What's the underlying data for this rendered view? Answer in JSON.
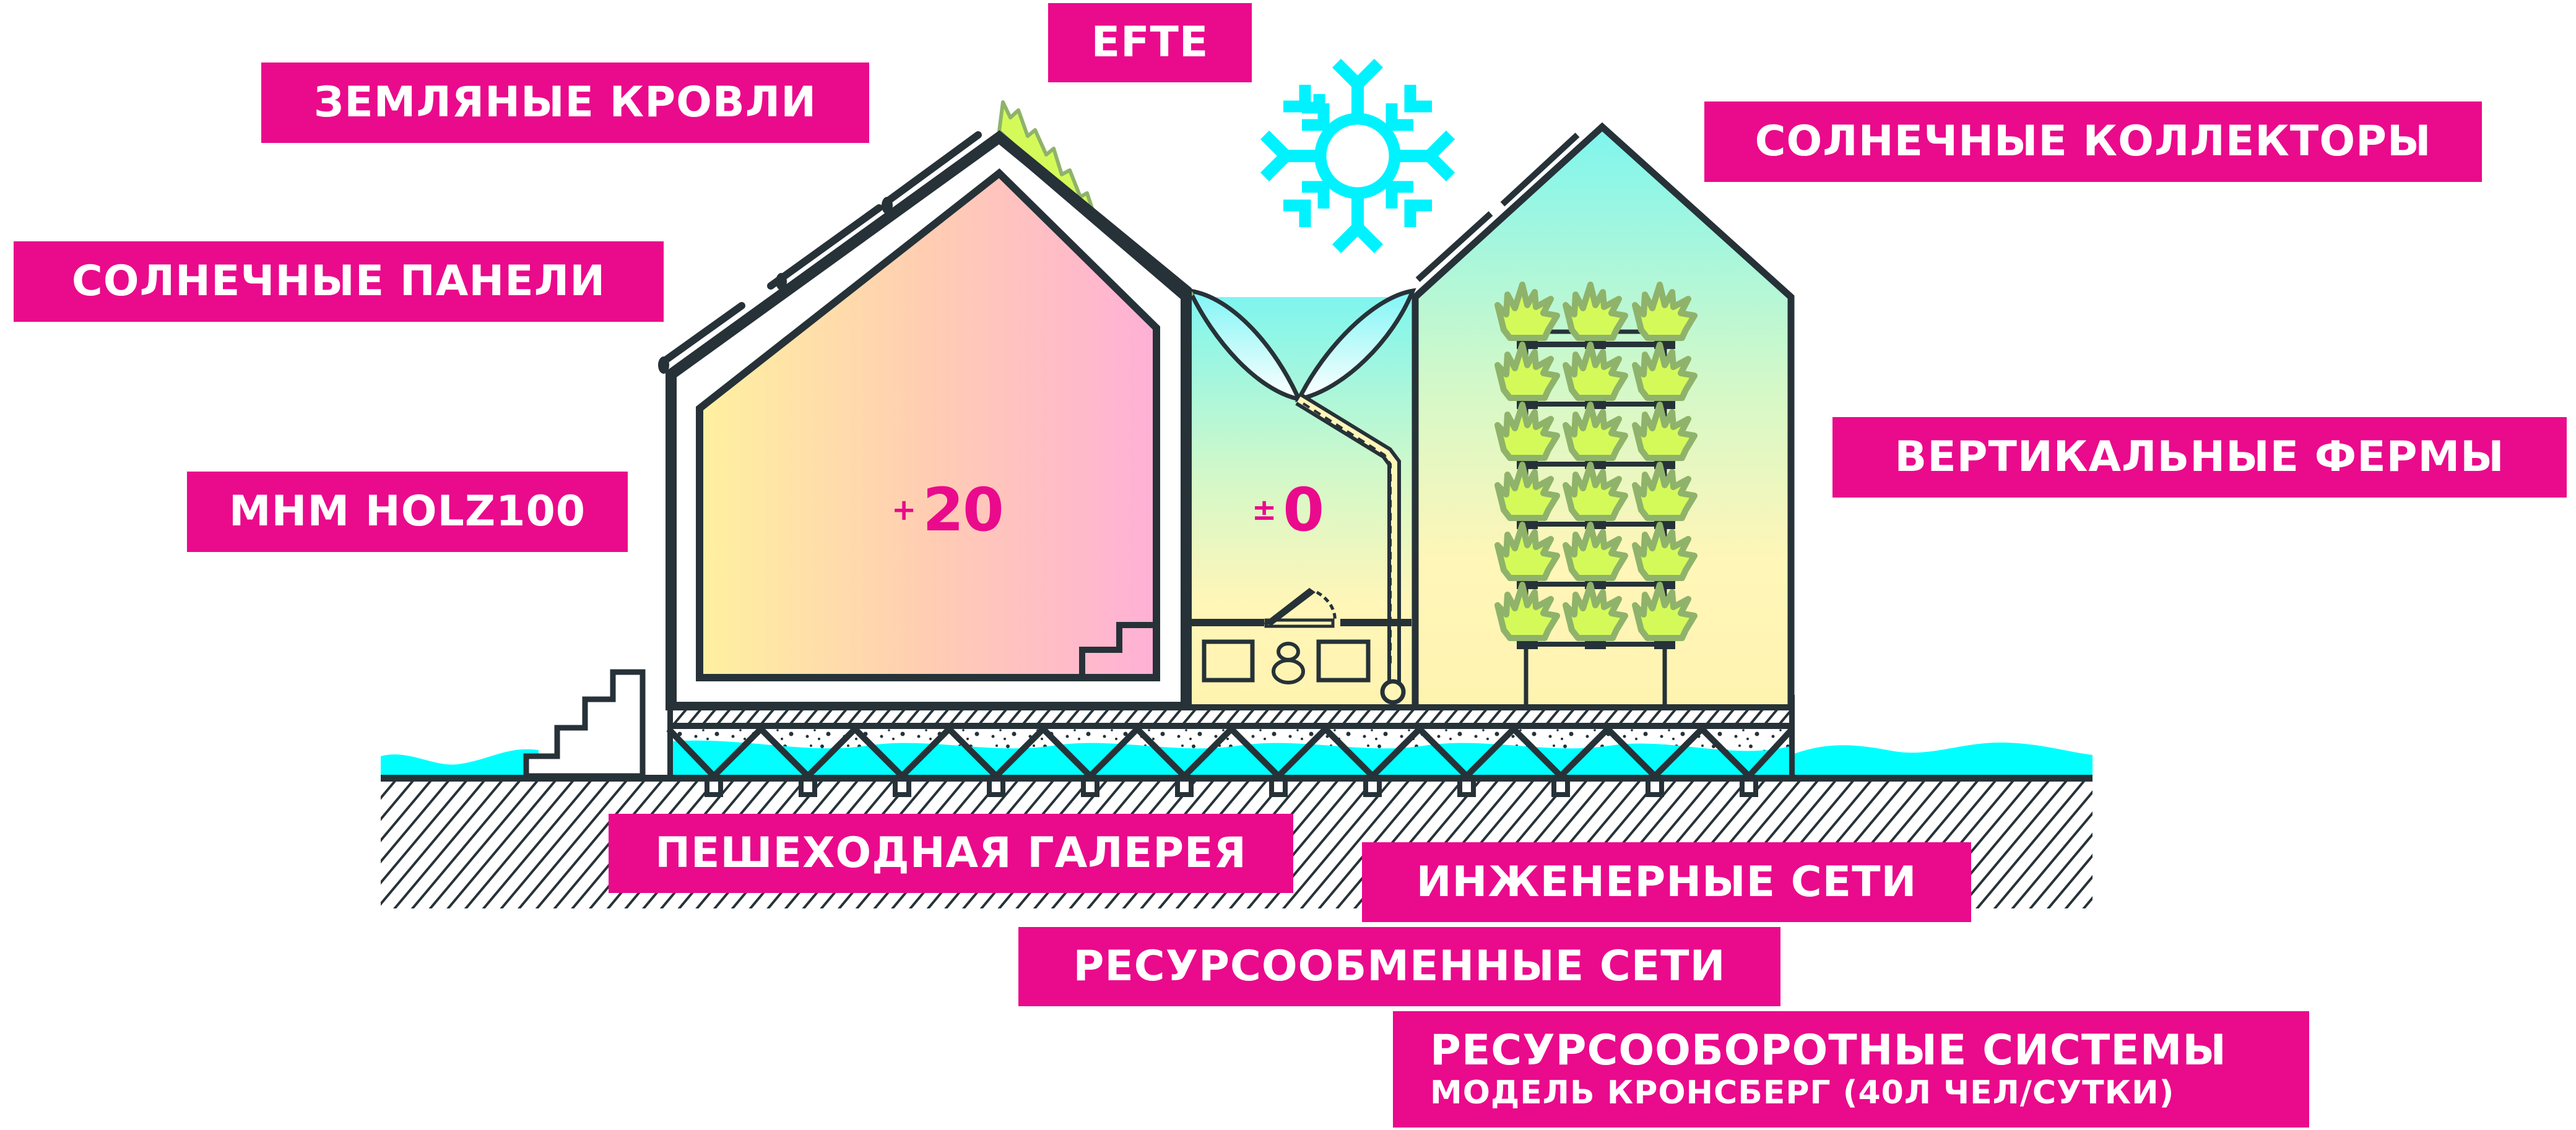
{
  "diagram": {
    "type": "architectural-section",
    "colors": {
      "label_bg": "#EA0A8C",
      "label_text": "#FFFFFF",
      "outline": "#263238",
      "water": "#00FFFF",
      "snowflake": "#00F2FF",
      "grass_fill": "#D4FA5A",
      "grass_stroke": "#8FB36A",
      "warm_room_gradient": [
        "#FFF1A0",
        "#FFB4D8"
      ],
      "buffer_gradient": [
        "#8CF5EC",
        "#FFF6B8"
      ],
      "greenhouse_gradient": [
        "#8CF5EC",
        "#FFF6B8"
      ],
      "temperature_text": "#EA0A8C"
    },
    "labels": {
      "efte": "EFTE",
      "earth_roofs": "ЗЕМЛЯНЫЕ КРОВЛИ",
      "solar_panels": "СОЛНЕЧНЫЕ ПАНЕЛИ",
      "mhm_holz": "MHM HOLZ100",
      "solar_collectors": "СОЛНЕЧНЫЕ КОЛЛЕКТОРЫ",
      "vertical_farms": "ВЕРТИКАЛЬНЫЕ ФЕРМЫ",
      "pedestrian_gallery": "ПЕШЕХОДНАЯ ГАЛЕРЕЯ",
      "engineering_networks": "ИНЖЕНЕРНЫЕ СЕТИ",
      "resource_exchange_networks": "РЕСУРСООБМЕННЫЕ СЕТИ",
      "resource_cycle_systems": "РЕСУРСООБОРОТНЫЕ СИСТЕМЫ",
      "resource_cycle_systems_sub": "МОДЕЛЬ КРОНСБЕРГ (40Л ЧЕЛ/СУТКИ)"
    },
    "temperatures": {
      "warm_room": {
        "sign": "+",
        "value": "20"
      },
      "buffer_zone": {
        "sign": "±",
        "value": "0"
      }
    },
    "icons": {
      "snowflake": "snowflake-icon",
      "plants": "plant-icon",
      "grass": "grass-roof"
    },
    "vertical_farm": {
      "rows": 6,
      "plants_per_row": 3
    },
    "foundation": {
      "supports": 12
    }
  }
}
